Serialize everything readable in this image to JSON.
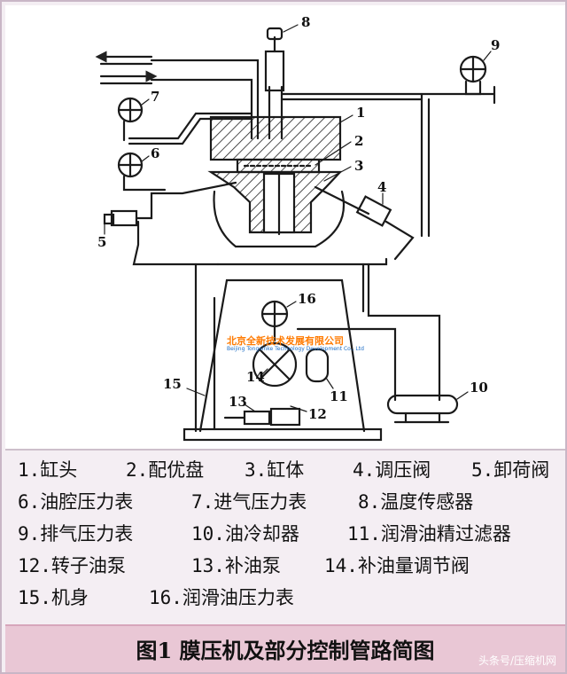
{
  "callouts": [
    "1",
    "2",
    "3",
    "4",
    "5",
    "6",
    "7",
    "8",
    "9",
    "10",
    "11",
    "12",
    "13",
    "14",
    "15",
    "16"
  ],
  "watermark": {
    "name": "北京全新技术发展有限公司",
    "english": "Beijing Tongxinke Technology Development Co., Ltd"
  },
  "legend": [
    [
      "1.缸头",
      "2.配优盘",
      "3.缸体",
      "4.调压阀",
      "5.卸荷阀"
    ],
    [
      "6.油腔压力表",
      "7.进气压力表",
      "8.温度传感器"
    ],
    [
      "9.排气压力表",
      "10.油冷却器",
      "11.润滑油精过滤器"
    ],
    [
      "12.转子油泵",
      "13.补油泵",
      "14.补油量调节阀"
    ],
    [
      "15.机身",
      "16.润滑油压力表"
    ]
  ],
  "caption": "图1  膜压机及部分控制管路简图",
  "credit": "头条号/压缩机网",
  "colors": {
    "line": "#1a1a1a",
    "background": "#f4eef3",
    "caption_bar": "#e9c7d5"
  }
}
